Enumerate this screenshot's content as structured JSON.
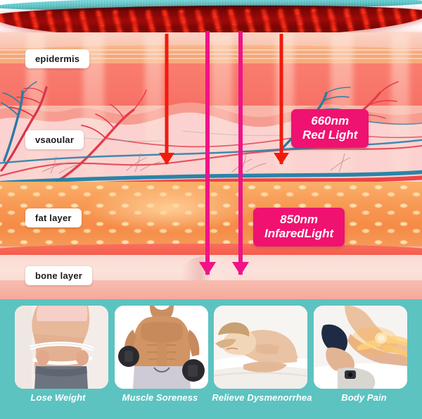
{
  "theme": {
    "teal": "#5cc3c0",
    "magenta": "#ef1271",
    "red_arrow": "#f01b0f",
    "pink_arrow": "#f01388",
    "led_dot": "#ff2a1a",
    "chip_bg": "#ffffff",
    "chip_text": "#1a1a1a"
  },
  "device": {
    "name": "led-light-therapy-panel",
    "panel_label": "red-led-array"
  },
  "diagram": {
    "title": "skin-cross-section",
    "layers": [
      {
        "key": "epidermis",
        "label": "epidermis"
      },
      {
        "key": "vascular",
        "label": "vsaoular"
      },
      {
        "key": "fat",
        "label": "fat layer"
      },
      {
        "key": "bone",
        "label": "bone layer"
      }
    ],
    "callouts": [
      {
        "key": "red",
        "line1": "660nm",
        "line2": "Red Light"
      },
      {
        "key": "infrared",
        "line1": "850nm",
        "line2": "InfaredLight"
      }
    ],
    "beams": [
      {
        "key": "red-beam-left",
        "type": "red",
        "label": "660nm penetration arrow"
      },
      {
        "key": "pink-beam-inner-l",
        "type": "pink",
        "label": "850nm penetration arrow"
      },
      {
        "key": "pink-beam-inner-r",
        "type": "pink",
        "label": "850nm penetration arrow"
      },
      {
        "key": "red-beam-right",
        "type": "red",
        "label": "660nm penetration arrow"
      }
    ]
  },
  "benefits": {
    "items": [
      {
        "key": "lose-weight",
        "caption": "Lose Weight",
        "photo": "waist-measuring-tape"
      },
      {
        "key": "muscle-soreness",
        "caption": "Muscle Soreness",
        "photo": "man-lifting-dumbbells"
      },
      {
        "key": "relieve-dysmenorrhea",
        "caption": "Relieve Dysmenorrhea",
        "photo": "woman-lying-on-bed"
      },
      {
        "key": "body-pain",
        "caption": "Body Pain",
        "photo": "knee-joint-highlighted"
      }
    ]
  }
}
